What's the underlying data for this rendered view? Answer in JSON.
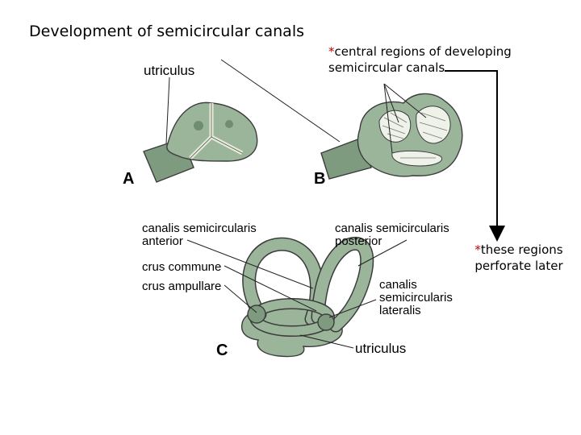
{
  "title": "Development of semicircular canals",
  "note_central": {
    "star": "*",
    "line1": "central regions of developing",
    "line2": "semicircular canals"
  },
  "note_perforate": {
    "star": "*",
    "line1": "these regions",
    "line2": "perforate later"
  },
  "figure": {
    "panel_a": "A",
    "panel_b": "B",
    "panel_c": "C",
    "label_utriculus_top": "utriculus",
    "label_canalis_anterior_1": "canalis semicircularis",
    "label_canalis_anterior_2": "anterior",
    "label_crus_commune": "crus commune",
    "label_crus_ampullare": "crus ampullare",
    "label_canalis_posterior_1": "canalis semicircularis",
    "label_canalis_posterior_2": "posterior",
    "label_canalis_lateralis_1": "canalis",
    "label_canalis_lateralis_2": "semicircularis",
    "label_canalis_lateralis_3": "lateralis",
    "label_utriculus_bottom": "utriculus"
  }
}
